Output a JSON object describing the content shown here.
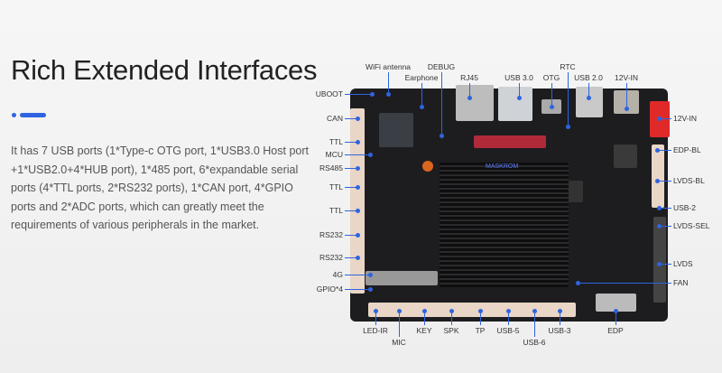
{
  "title": "Rich Extended Interfaces",
  "description": "It has 7 USB ports (1*Type-c OTG port, 1*USB3.0 Host port +1*USB2.0+4*HUB port), 1*485 port, 6*expandable serial ports (4*TTL ports, 2*RS232 ports), 1*CAN port, 4*GPIO ports and 2*ADC ports, which can greatly meet the requirements of various peripherals in the market.",
  "accent_color": "#2e64e0",
  "board": {
    "silkscreen": "MASKROM"
  },
  "labels": {
    "top": [
      "WiFi antenna",
      "DEBUG",
      "Earphone",
      "RJ45",
      "USB 3.0",
      "OTG",
      "RTC",
      "USB 2.0",
      "12V-IN"
    ],
    "left": [
      "UBOOT",
      "CAN",
      "TTL",
      "MCU",
      "RS485",
      "TTL",
      "TTL",
      "RS232",
      "RS232",
      "4G",
      "GPIO*4"
    ],
    "right": [
      "12V-IN",
      "EDP-BL",
      "LVDS-BL",
      "USB-2",
      "LVDS-SEL",
      "LVDS",
      "FAN"
    ],
    "bottom": [
      "LED-IR",
      "MIC",
      "KEY",
      "SPK",
      "TP",
      "USB-5",
      "USB-6",
      "USB-3",
      "EDP"
    ]
  }
}
